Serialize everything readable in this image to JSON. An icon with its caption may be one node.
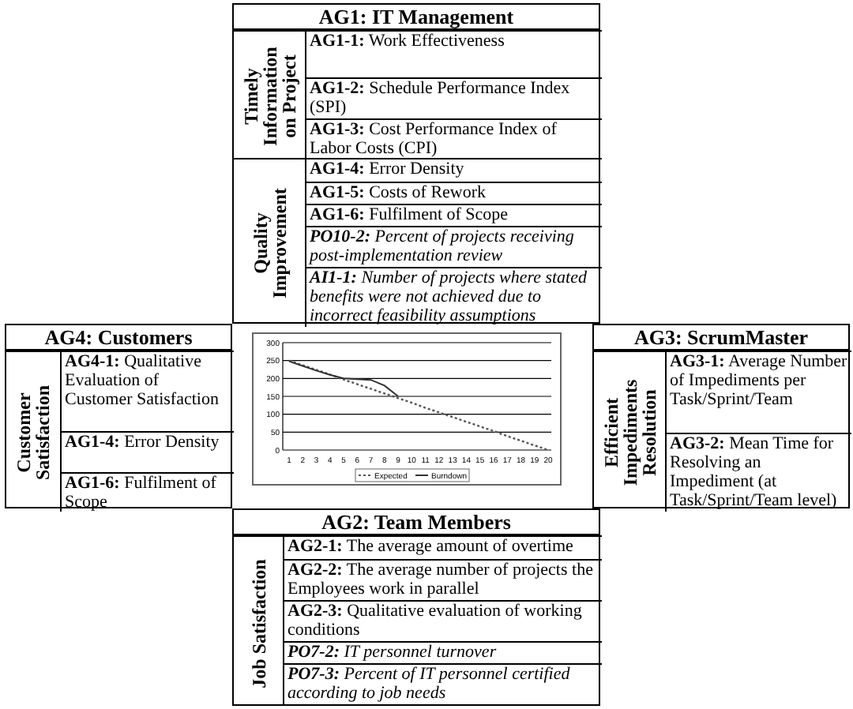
{
  "diagram": {
    "nodes": [
      {
        "text": [
          "AG1: IT Management"
        ]
      },
      {
        "text": [
          "Timely Information on Project"
        ],
        "in": 0
      },
      {
        "text": [
          "**AG1-1:** Work Effectiveness"
        ],
        "in": 1
      },
      {
        "text": [
          "**AG1-2:** Schedule Performance Index (SPI)"
        ],
        "in": 1
      },
      {
        "text": [
          "**AG1-3:** Cost Performance Index of Labor Costs (CPI)"
        ],
        "in": 1
      },
      {
        "text": [
          "Quality Improvement"
        ],
        "in": 0
      },
      {
        "text": [
          "**AG1-4:** Error Density"
        ],
        "in": 5
      },
      {
        "text": [
          "**AG1-5:** Costs of Rework"
        ],
        "in": 5
      },
      {
        "text": [
          "**AG1-6:** Fulfilment of Scope"
        ],
        "in": 5
      },
      {
        "text": [
          "**PO10-2:** *Percent of projects receiving post-implementation review*"
        ],
        "in": 5
      },
      {
        "text": [
          "**AI1-1:** *Number of projects where stated benefits were not achieved due to incorrect feasibility assumptions*"
        ],
        "in": 5
      },
      {
        "text": [
          "AG4: Customers"
        ]
      },
      {
        "text": [
          "Customer Satisfaction"
        ],
        "in": 11
      },
      {
        "text": [
          "**AG4-1:** Qualitative Evaluation of Customer Satisfaction"
        ],
        "in": 12
      },
      {
        "text": [
          "**AG1-4:** Error Density"
        ],
        "in": 12
      },
      {
        "text": [
          "**AG1-6:** Fulfilment of Scope"
        ],
        "in": 12
      },
      {
        "text": [
          "AG3: ScrumMaster"
        ]
      },
      {
        "text": [
          "Efficient Impediments Resolution"
        ],
        "in": 16
      },
      {
        "text": [
          "**AG3-1:** Average Number of Impediments per Task/Sprint/Team"
        ],
        "in": 17
      },
      {
        "text": [
          "**AG3-2:** Mean Time for Resolving an Impediment (at Task/Sprint/Team level)"
        ],
        "in": 17
      },
      {
        "text": [
          "AG2: Team Members"
        ]
      },
      {
        "text": [
          "Job Satisfaction"
        ],
        "in": 20
      },
      {
        "text": [
          "**AG2-1:** The average amount of overtime"
        ],
        "in": 21
      },
      {
        "text": [
          "**AG2-2:** The average number of projects the Employees work in parallel"
        ],
        "in": 21
      },
      {
        "text": [
          "**AG2-3:** Qualitative evaluation of working conditions"
        ],
        "in": 21
      },
      {
        "text": [
          "**PO7-2:** *IT personnel turnover*"
        ],
        "in": 21
      },
      {
        "text": [
          "**PO7-3:** *Percent of IT personnel certified according to job needs*"
        ],
        "in": 21
      }
    ],
    "chart_data": {
      "type": "line",
      "x": [
        1,
        2,
        3,
        4,
        5,
        6,
        7,
        8,
        9,
        10,
        11,
        12,
        13,
        14,
        15,
        16,
        17,
        18,
        19,
        20
      ],
      "series": [
        {
          "name": "Expected",
          "color": "#555555",
          "line_style": "dashed",
          "values": [
            250,
            237,
            224,
            211,
            197,
            184,
            171,
            158,
            145,
            132,
            118,
            105,
            92,
            79,
            66,
            53,
            39,
            26,
            13,
            0
          ]
        },
        {
          "name": "Burndown",
          "color": "#333333",
          "line_style": "solid",
          "values": [
            248,
            235,
            222,
            210,
            200,
            198,
            196,
            180,
            150,
            null,
            null,
            null,
            null,
            null,
            null,
            null,
            null,
            null,
            null,
            null
          ]
        }
      ],
      "xlim": [
        1,
        20
      ],
      "grid": true,
      "legend": true,
      "ylim": [
        0,
        300
      ],
      "yticks": [
        0,
        50,
        100,
        150,
        200,
        250,
        300
      ],
      "xticks": [
        1,
        2,
        3,
        4,
        5,
        6,
        7,
        8,
        9,
        10,
        11,
        12,
        13,
        14,
        15,
        16,
        17,
        18,
        19,
        20
      ]
    }
  }
}
